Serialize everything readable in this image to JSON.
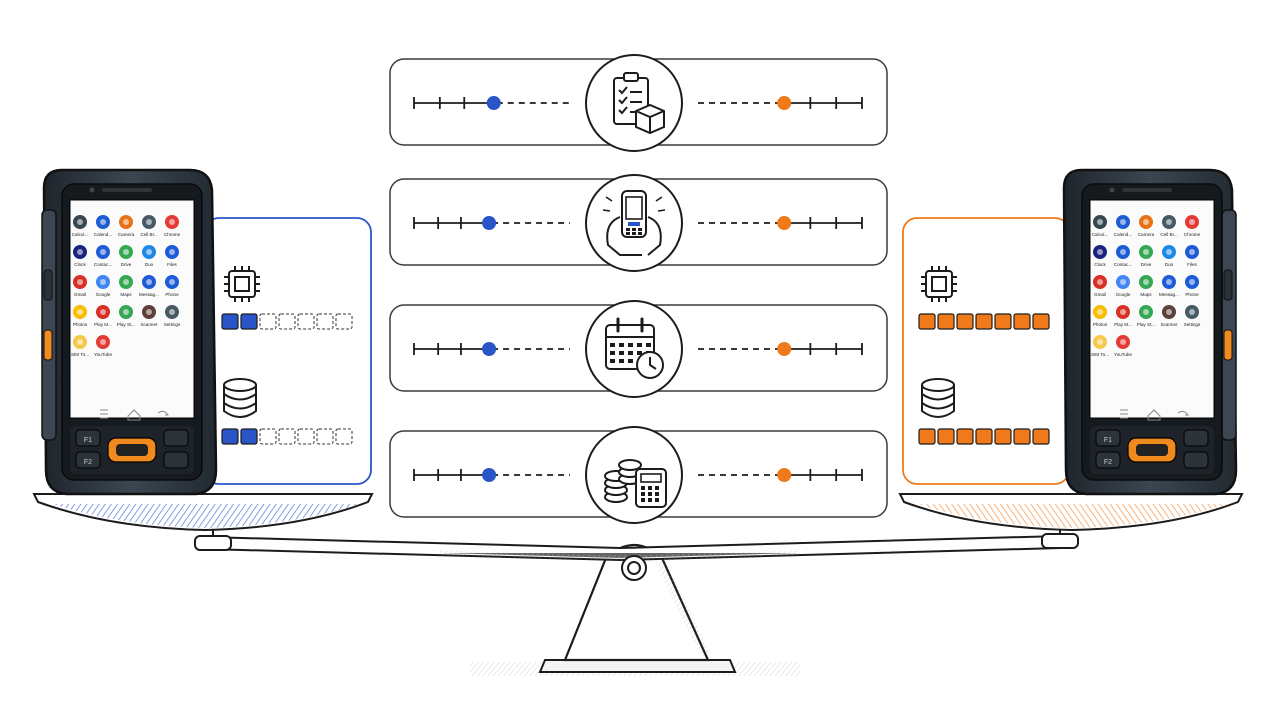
{
  "colors": {
    "left_accent": "#2a55c8",
    "right_accent": "#f07a1a",
    "ink": "#1c1c1c",
    "device_body": "#2f3640",
    "device_trim": "#f08a1e"
  },
  "rows": [
    {
      "icon": "clipboard-checklist-box-icon",
      "left_level": 0.46,
      "right_level": 0.55
    },
    {
      "icon": "hands-holding-handheld-icon",
      "left_level": 0.43,
      "right_level": 0.55
    },
    {
      "icon": "calendar-clock-icon",
      "left_level": 0.43,
      "right_level": 0.55
    },
    {
      "icon": "coins-calculator-icon",
      "left_level": 0.43,
      "right_level": 0.55
    }
  ],
  "left_specs": {
    "cpu_icon": "cpu-chip-icon",
    "storage_icon": "database-icon",
    "cpu_filled": 2,
    "cpu_total": 7,
    "storage_filled": 2,
    "storage_total": 7
  },
  "right_specs": {
    "cpu_icon": "cpu-chip-icon",
    "storage_icon": "database-icon",
    "cpu_filled": 7,
    "cpu_total": 7,
    "storage_filled": 7,
    "storage_total": 7
  },
  "phone_apps": [
    {
      "label": "Calcul...",
      "icon": "calculator-app-icon",
      "color": "#37474f"
    },
    {
      "label": "Calend...",
      "icon": "calendar-app-icon",
      "color": "#1e5bd6"
    },
    {
      "label": "Camera",
      "icon": "camera-app-icon",
      "color": "#e8711a"
    },
    {
      "label": "Cell Br...",
      "icon": "cell-broadcast-app-icon",
      "color": "#455a64"
    },
    {
      "label": "Chrome",
      "icon": "chrome-app-icon",
      "color": "#e53935"
    },
    {
      "label": "Clock",
      "icon": "clock-app-icon",
      "color": "#1a237e"
    },
    {
      "label": "Contac...",
      "icon": "contacts-app-icon",
      "color": "#1e5bd6"
    },
    {
      "label": "Drive",
      "icon": "drive-app-icon",
      "color": "#34a853"
    },
    {
      "label": "Duo",
      "icon": "duo-app-icon",
      "color": "#1e88e5"
    },
    {
      "label": "Files",
      "icon": "files-app-icon",
      "color": "#1e5bd6"
    },
    {
      "label": "Gmail",
      "icon": "gmail-app-icon",
      "color": "#d93025"
    },
    {
      "label": "Google",
      "icon": "google-app-icon",
      "color": "#4285f4"
    },
    {
      "label": "Maps",
      "icon": "maps-app-icon",
      "color": "#34a853"
    },
    {
      "label": "Messag...",
      "icon": "messages-app-icon",
      "color": "#1e5bd6"
    },
    {
      "label": "Phone",
      "icon": "phone-app-icon",
      "color": "#1e5bd6"
    },
    {
      "label": "Photos",
      "icon": "photos-app-icon",
      "color": "#fbbc04"
    },
    {
      "label": "Play M...",
      "icon": "play-movies-app-icon",
      "color": "#d93025"
    },
    {
      "label": "Play St...",
      "icon": "play-store-app-icon",
      "color": "#34a853"
    },
    {
      "label": "Scanner",
      "icon": "scanner-app-icon",
      "color": "#5d4037"
    },
    {
      "label": "Settings",
      "icon": "settings-app-icon",
      "color": "#455a64"
    },
    {
      "label": "SIM To...",
      "icon": "sim-toolkit-app-icon",
      "color": "#f6c94a"
    },
    {
      "label": "YouTube",
      "icon": "youtube-app-icon",
      "color": "#e53935"
    }
  ],
  "phone_keys": {
    "f1": "F1",
    "f2": "F2"
  },
  "scale_icon": "balance-scale-icon"
}
